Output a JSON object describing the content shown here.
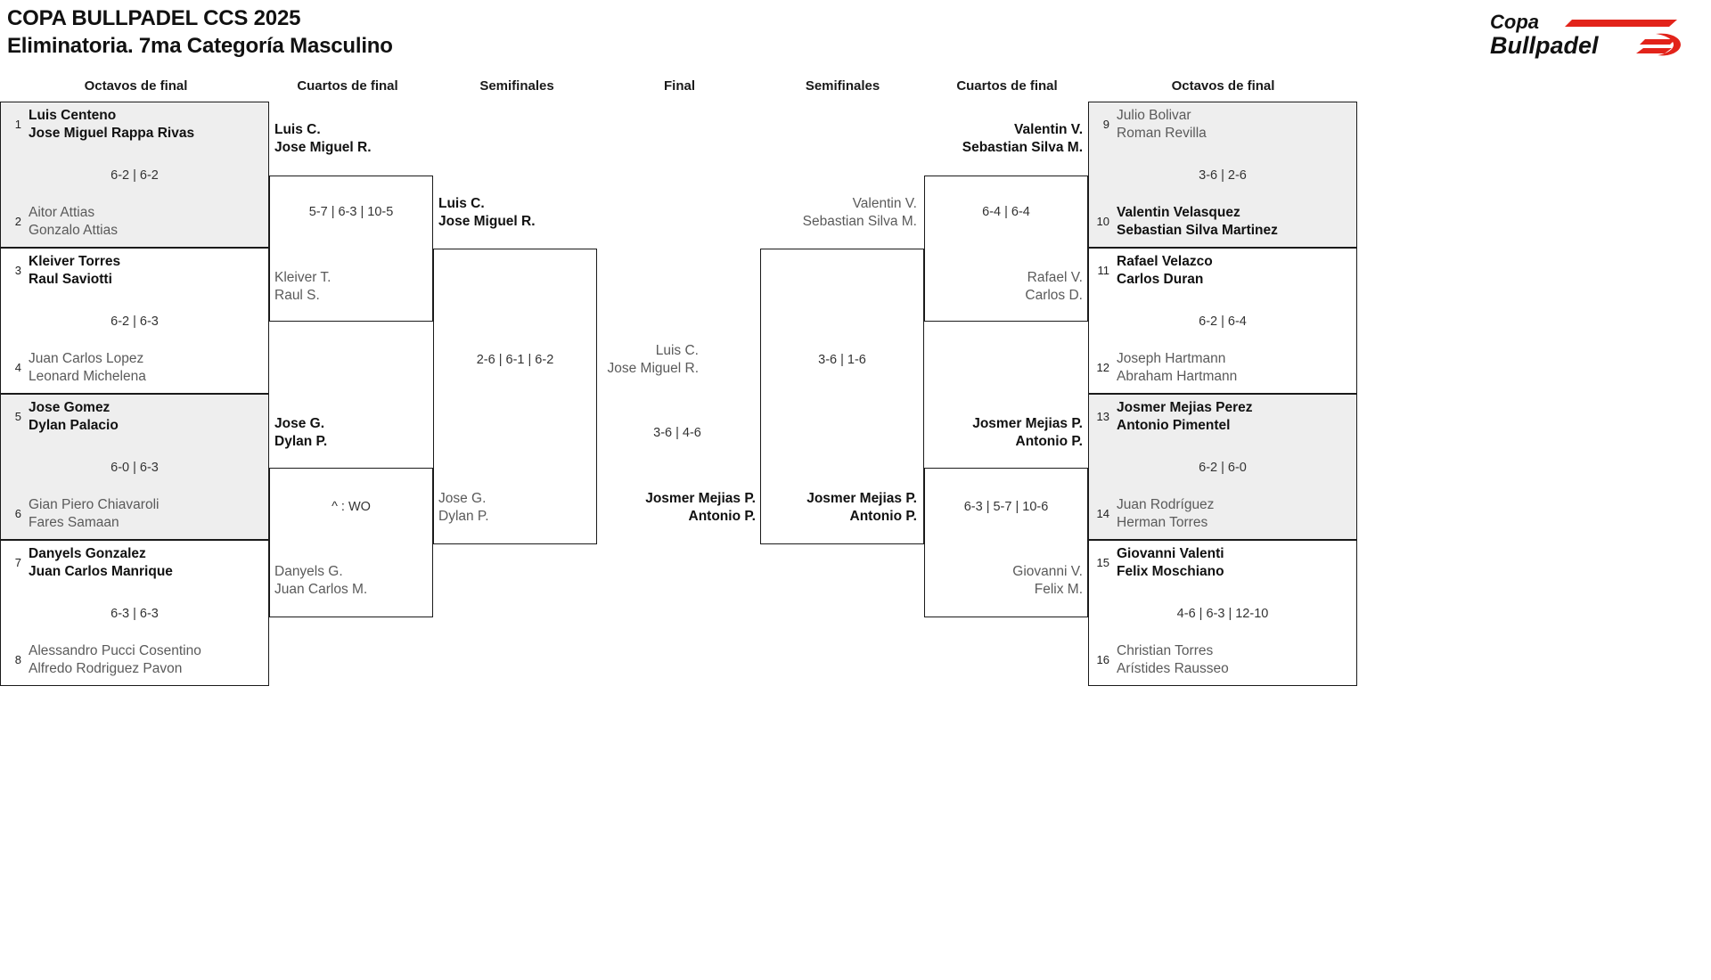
{
  "header": {
    "title_line1": "COPA BULLPADEL CCS 2025",
    "title_line2": "Eliminatoria. 7ma Categoría Masculino",
    "logo_text_1": "Copa",
    "logo_text_2": "Bullpadel",
    "logo_color": "#e2231a"
  },
  "round_headers": {
    "left_r16": "Octavos de final",
    "left_qf": "Cuartos de final",
    "left_sf": "Semifinales",
    "final": "Final",
    "right_sf": "Semifinales",
    "right_qf": "Cuartos de final",
    "right_r16": "Octavos de final"
  },
  "left": {
    "r16": [
      {
        "top": {
          "seed": "1",
          "p1": "Luis Centeno",
          "p2": "Jose Miguel Rappa Rivas",
          "result": "win"
        },
        "bottom": {
          "seed": "2",
          "p1": "Aitor Attias",
          "p2": "Gonzalo Attias",
          "result": "lose"
        },
        "score": "6-2 | 6-2"
      },
      {
        "top": {
          "seed": "3",
          "p1": "Kleiver Torres",
          "p2": "Raul Saviotti",
          "result": "win"
        },
        "bottom": {
          "seed": "4",
          "p1": "Juan Carlos Lopez",
          "p2": "Leonard Michelena",
          "result": "lose"
        },
        "score": "6-2 | 6-3"
      },
      {
        "top": {
          "seed": "5",
          "p1": "Jose Gomez",
          "p2": "Dylan Palacio",
          "result": "win"
        },
        "bottom": {
          "seed": "6",
          "p1": "Gian Piero Chiavaroli",
          "p2": "Fares Samaan",
          "result": "lose"
        },
        "score": "6-0 | 6-3"
      },
      {
        "top": {
          "seed": "7",
          "p1": "Danyels Gonzalez",
          "p2": "Juan Carlos Manrique",
          "result": "win"
        },
        "bottom": {
          "seed": "8",
          "p1": "Alessandro Pucci Cosentino",
          "p2": "Alfredo Rodriguez Pavon",
          "result": "lose"
        },
        "score": "6-3 | 6-3"
      }
    ],
    "qf": [
      {
        "top": {
          "p1": "Luis C.",
          "p2": "Jose Miguel R.",
          "result": "win"
        },
        "bottom": {
          "p1": "Kleiver T.",
          "p2": "Raul S.",
          "result": "lose"
        },
        "score": "5-7 | 6-3 | 10-5"
      },
      {
        "top": {
          "p1": "Jose G.",
          "p2": "Dylan P.",
          "result": "win"
        },
        "bottom": {
          "p1": "Danyels G.",
          "p2": "Juan Carlos M.",
          "result": "lose"
        },
        "score": "^ : WO"
      }
    ],
    "sf": [
      {
        "top": {
          "p1": "Luis C.",
          "p2": "Jose Miguel R.",
          "result": "win"
        },
        "bottom": {
          "p1": "Jose G.",
          "p2": "Dylan P.",
          "result": "lose"
        },
        "score": "2-6 | 6-1 | 6-2"
      }
    ]
  },
  "right": {
    "r16": [
      {
        "top": {
          "seed": "9",
          "p1": "Julio Bolivar",
          "p2": "Roman Revilla",
          "result": "lose"
        },
        "bottom": {
          "seed": "10",
          "p1": "Valentin Velasquez",
          "p2": "Sebastian Silva Martinez",
          "result": "win"
        },
        "score": "3-6 | 2-6"
      },
      {
        "top": {
          "seed": "11",
          "p1": "Rafael Velazco",
          "p2": "Carlos Duran",
          "result": "win"
        },
        "bottom": {
          "seed": "12",
          "p1": "Joseph Hartmann",
          "p2": "Abraham Hartmann",
          "result": "lose"
        },
        "score": "6-2 | 6-4"
      },
      {
        "top": {
          "seed": "13",
          "p1": "Josmer Mejias Perez",
          "p2": "Antonio Pimentel",
          "result": "win"
        },
        "bottom": {
          "seed": "14",
          "p1": "Juan Rodríguez",
          "p2": "Herman Torres",
          "result": "lose"
        },
        "score": "6-2 | 6-0"
      },
      {
        "top": {
          "seed": "15",
          "p1": "Giovanni Valenti",
          "p2": "Felix Moschiano",
          "result": "win"
        },
        "bottom": {
          "seed": "16",
          "p1": "Christian Torres",
          "p2": "Arístides Rausseo",
          "result": "lose"
        },
        "score": "4-6 | 6-3 | 12-10"
      }
    ],
    "qf": [
      {
        "top": {
          "p1": "Valentin V.",
          "p2": "Sebastian Silva M.",
          "result": "win"
        },
        "bottom": {
          "p1": "Rafael V.",
          "p2": "Carlos D.",
          "result": "lose"
        },
        "score": "6-4 | 6-4"
      },
      {
        "top": {
          "p1": "Josmer Mejias P.",
          "p2": "Antonio P.",
          "result": "win"
        },
        "bottom": {
          "p1": "Giovanni V.",
          "p2": "Felix M.",
          "result": "lose"
        },
        "score": "6-3 | 5-7 | 10-6"
      }
    ],
    "sf": [
      {
        "top": {
          "p1": "Valentin V.",
          "p2": "Sebastian Silva M.",
          "result": "lose"
        },
        "bottom": {
          "p1": "Josmer Mejias P.",
          "p2": "Antonio P.",
          "result": "win"
        },
        "score": "3-6 | 1-6"
      }
    ]
  },
  "final": {
    "top": {
      "p1": "Luis C.",
      "p2": "Jose Miguel R.",
      "result": "lose"
    },
    "bottom": {
      "p1": "Josmer Mejias P.",
      "p2": "Antonio P.",
      "result": "win"
    },
    "score": "3-6 | 4-6"
  }
}
